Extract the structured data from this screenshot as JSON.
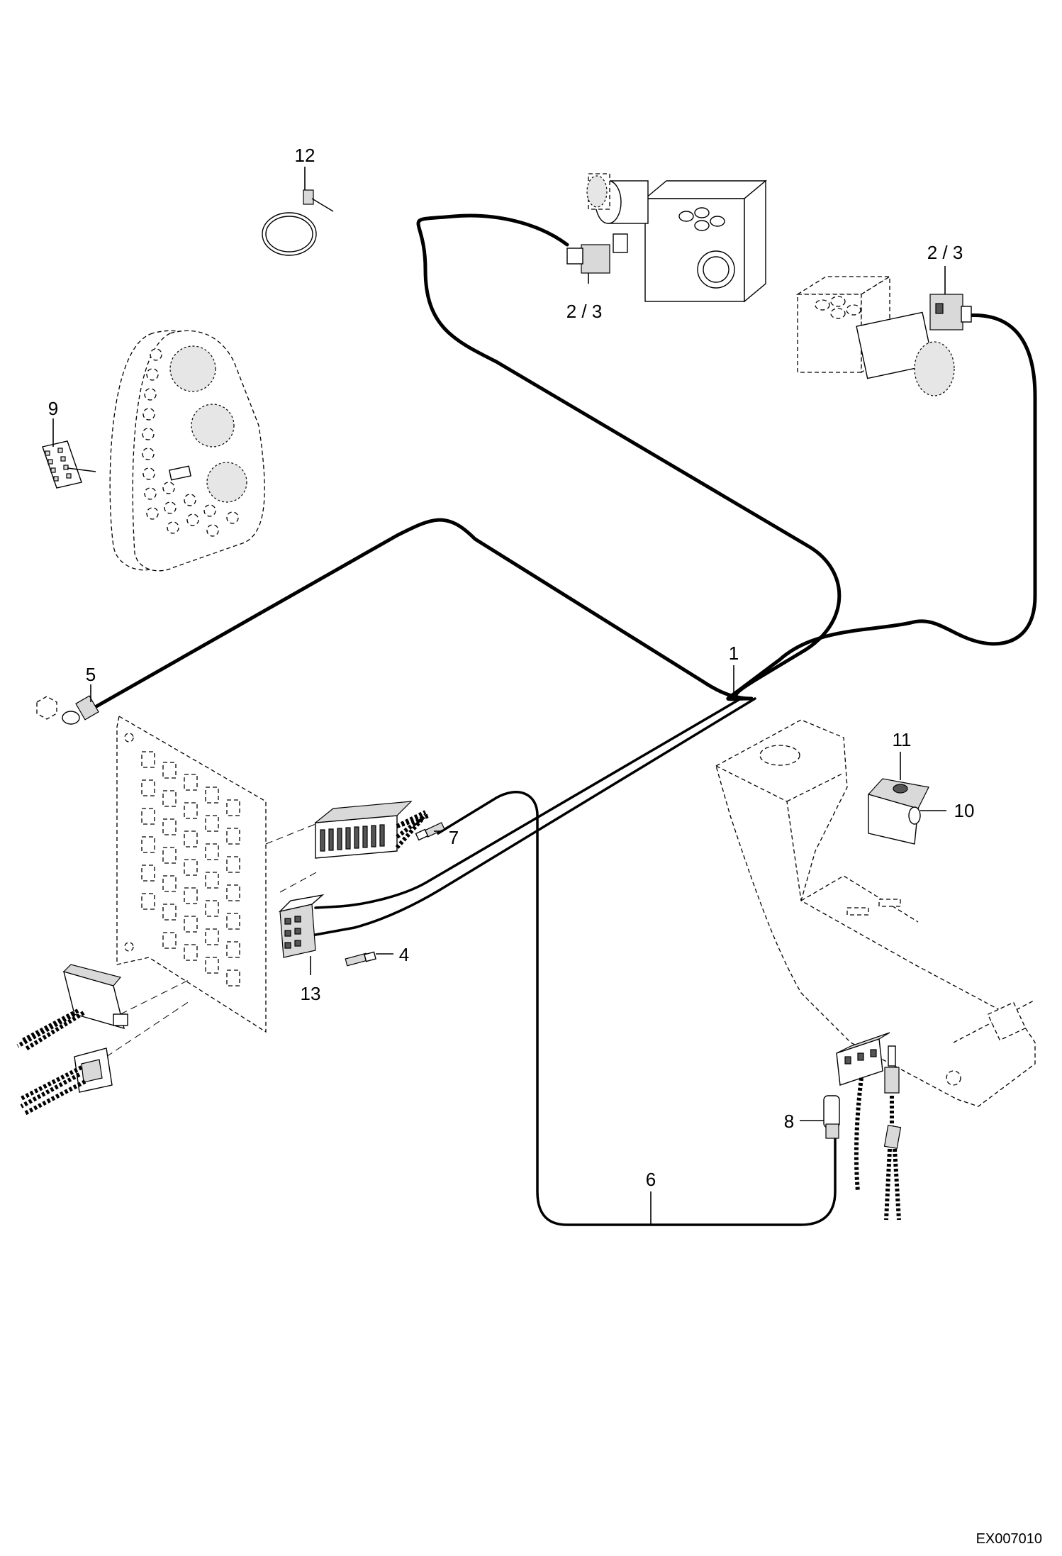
{
  "callouts": {
    "c1": "1",
    "c2_3_a": "2 / 3",
    "c2_3_b": "2 / 3",
    "c4": "4",
    "c5": "5",
    "c6": "6",
    "c7": "7",
    "c8": "8",
    "c9": "9",
    "c10": "10",
    "c11": "11",
    "c12": "12",
    "c13": "13"
  },
  "drawing_id": "EX007010",
  "colors": {
    "line": "#000000",
    "fill": "#ffffff",
    "shade": "#d9d9d9"
  }
}
